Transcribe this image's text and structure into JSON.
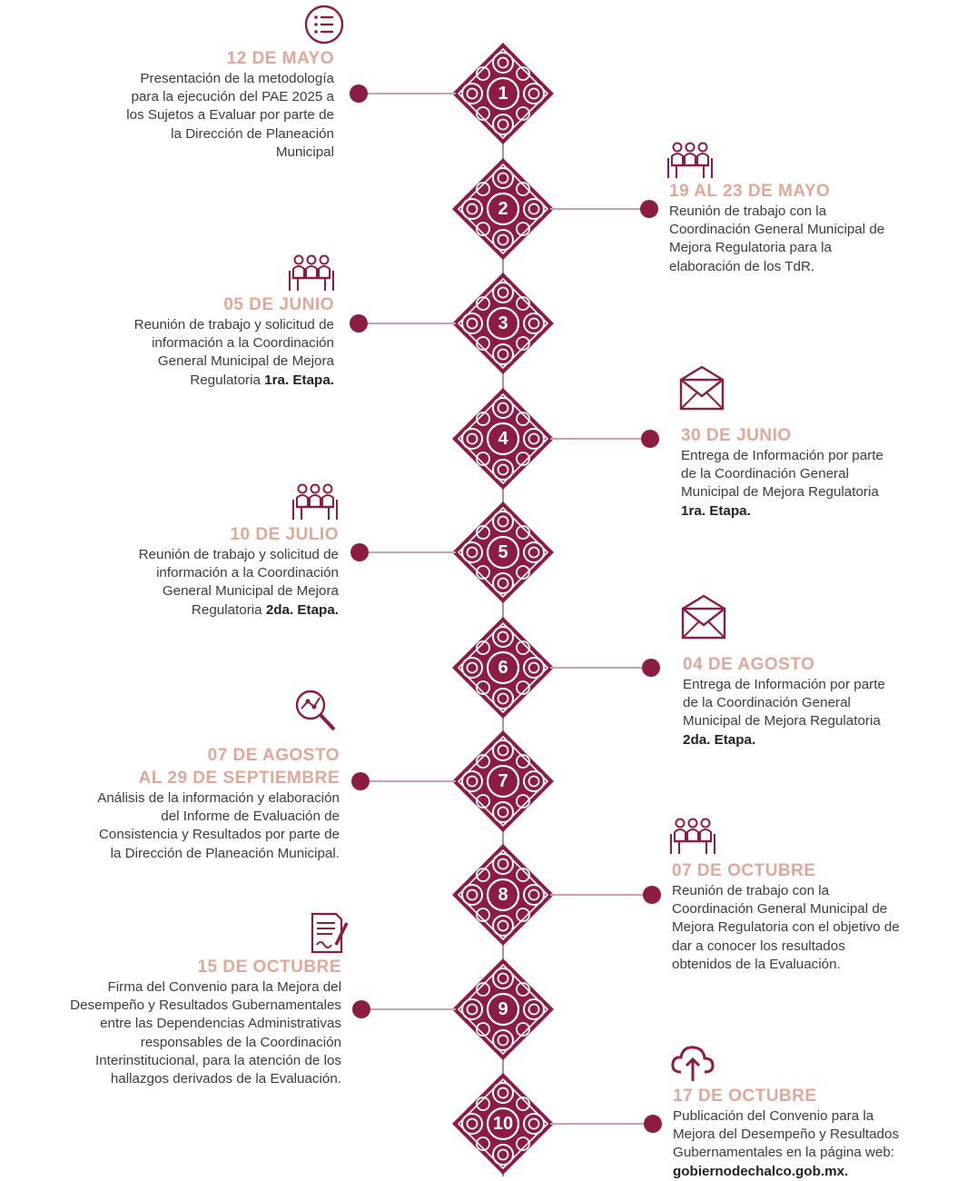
{
  "accent": "#8c1c44",
  "date_color": "#e0a79b",
  "milestones": [
    {
      "number": "1",
      "date": "12 DE MAYO",
      "desc_lines": [
        "Presentación de la metodología",
        "para la ejecución del PAE 2025 a",
        "los Sujetos a Evaluar por parte de",
        "la Dirección de Planeación",
        "Municipal"
      ],
      "bold": "",
      "icon": "list-icon"
    },
    {
      "number": "2",
      "date": "19 AL 23 DE MAYO",
      "desc_lines": [
        "Reunión de trabajo con la",
        "Coordinación General Municipal de",
        "Mejora Regulatoria para la",
        "elaboración de los TdR."
      ],
      "bold": "",
      "icon": "meeting-icon"
    },
    {
      "number": "3",
      "date": "05 DE JUNIO",
      "desc_lines": [
        "Reunión de trabajo y solicitud de",
        "información a la Coordinación",
        "General Municipal de Mejora",
        "Regulatoria "
      ],
      "bold": "1ra. Etapa.",
      "icon": "meeting-icon"
    },
    {
      "number": "4",
      "date": "30 DE JUNIO",
      "desc_lines": [
        "Entrega de Información por parte",
        "de la Coordinación General",
        "Municipal de Mejora Regulatoria"
      ],
      "bold": "1ra. Etapa.",
      "icon": "envelope-icon"
    },
    {
      "number": "5",
      "date": "10 DE JULIO",
      "desc_lines": [
        "Reunión de trabajo y solicitud de",
        "información a la Coordinación",
        "General Municipal de Mejora",
        "Regulatoria "
      ],
      "bold": "2da. Etapa.",
      "icon": "meeting-icon"
    },
    {
      "number": "6",
      "date": "04 DE AGOSTO",
      "desc_lines": [
        "Entrega de Información por parte",
        "de la Coordinación General",
        "Municipal de Mejora Regulatoria"
      ],
      "bold": "2da. Etapa.",
      "icon": "envelope-icon"
    },
    {
      "number": "7",
      "date": "07 DE AGOSTO",
      "date2": "AL 29 DE SEPTIEMBRE",
      "desc_lines": [
        "Análisis de la información y elaboración",
        "del Informe de Evaluación de",
        "Consistencia y Resultados por parte de",
        "la Dirección de Planeación Municipal."
      ],
      "bold": "",
      "icon": "magnifier-analysis-icon"
    },
    {
      "number": "8",
      "date": "07 DE OCTUBRE",
      "desc_lines": [
        "Reunión de trabajo con la",
        "Coordinación General Municipal de",
        "Mejora Regulatoria con el objetivo de",
        "dar a conocer los resultados",
        "obtenidos de la Evaluación."
      ],
      "bold": "",
      "icon": "meeting-icon"
    },
    {
      "number": "9",
      "date": "15 DE OCTUBRE",
      "desc_lines": [
        "Firma del Convenio para la Mejora del",
        "Desempeño y Resultados Gubernamentales",
        "entre las Dependencias Administrativas",
        "responsables de la Coordinación",
        "Interinstitucional, para la atención de los",
        "hallazgos derivados de la Evaluación."
      ],
      "bold": "",
      "icon": "signed-document-icon"
    },
    {
      "number": "10",
      "date": "17 DE OCTUBRE",
      "desc_lines": [
        "Publicación del Convenio para la",
        "Mejora del Desempeño y Resultados",
        "Gubernamentales en la página web:"
      ],
      "bold": "gobiernodechalco.gob.mx.",
      "icon": "cloud-upload-icon"
    }
  ]
}
